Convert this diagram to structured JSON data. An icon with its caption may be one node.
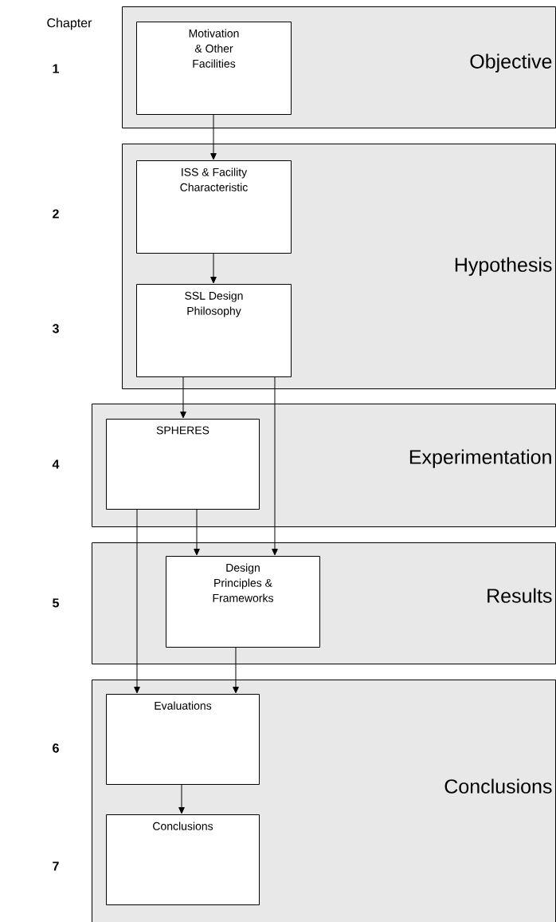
{
  "diagram": {
    "nodes": [
      {
        "text": [
          "Objective"
        ]
      },
      {
        "text": [
          "Motivation & Other Facilities"
        ],
        "in": 0
      },
      {
        "text": [
          "Hypothesis"
        ]
      },
      {
        "text": [
          "ISS & Facility Characteristic"
        ],
        "in": 2
      },
      {
        "text": [
          "SSL Design Philosophy"
        ],
        "in": 2
      },
      {
        "text": [
          "Experimentation"
        ]
      },
      {
        "text": [
          "SPHERES"
        ],
        "in": 5
      },
      {
        "text": [
          "Results"
        ]
      },
      {
        "text": [
          "Design Principles & Frameworks"
        ],
        "in": 7
      },
      {
        "text": [
          "Conclusions"
        ]
      },
      {
        "text": [
          "Evaluations"
        ],
        "in": 9
      },
      {
        "text": [
          "Conclusions"
        ],
        "in": 9
      }
    ],
    "edges": [
      {
        "from": 1,
        "to": 3,
        "arrow": "to"
      },
      {
        "from": 3,
        "to": 4,
        "arrow": "to"
      },
      {
        "from": 4,
        "to": 6,
        "arrow": "to"
      },
      {
        "from": 4,
        "to": 8,
        "arrow": "to"
      },
      {
        "from": 6,
        "to": 8,
        "arrow": "to"
      },
      {
        "from": 6,
        "to": 10,
        "arrow": "to"
      },
      {
        "from": 8,
        "to": 10,
        "arrow": "to"
      },
      {
        "from": 10,
        "to": 11,
        "arrow": "to"
      }
    ],
    "labels": [
      "Chapter",
      "1",
      "2",
      "3",
      "4",
      "5",
      "6",
      "7"
    ]
  }
}
